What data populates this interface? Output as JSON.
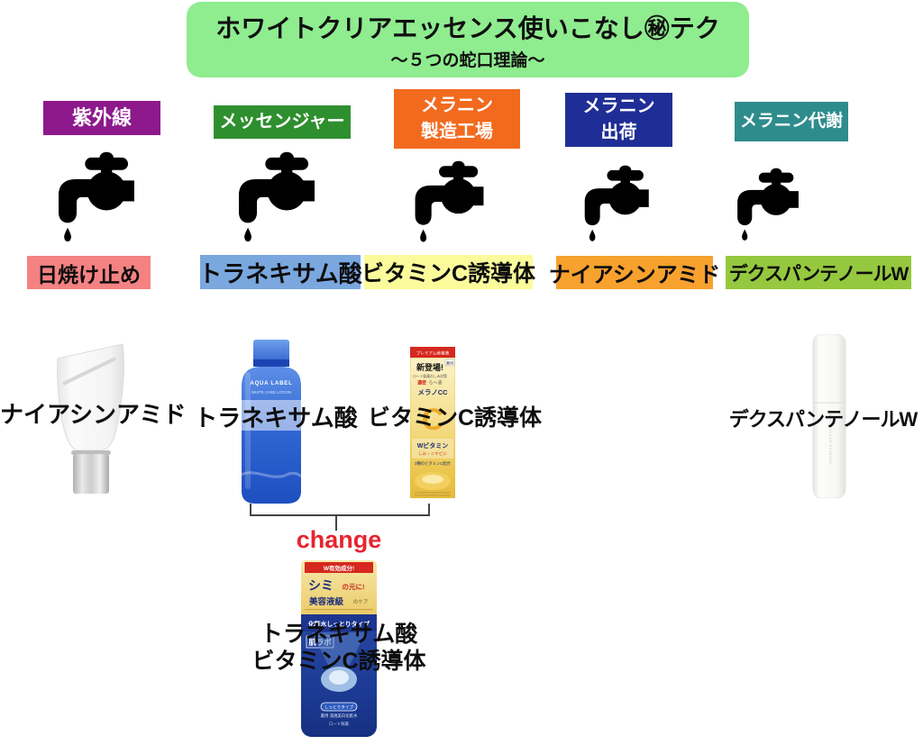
{
  "title": {
    "main": "ホワイトクリアエッセンス使いこなし㊙テク",
    "subtitle": "～５つの蛇口理論～"
  },
  "columns": [
    {
      "header_lines": [
        "紫外線"
      ],
      "label": "日焼け止め",
      "header_bg": "#8D198D",
      "label_bg": "#F58282"
    },
    {
      "header_lines": [
        "メッセンジャー"
      ],
      "label": "トラネキサム酸",
      "header_bg": "#2E8F2E",
      "label_bg": "#7AA7DE"
    },
    {
      "header_lines": [
        "メラニン",
        "製造工場"
      ],
      "label": "ビタミンC誘導体",
      "header_bg": "#F26A1E",
      "label_bg": "#FBFB9C"
    },
    {
      "header_lines": [
        "メラニン",
        "出荷"
      ],
      "label": "ナイアシンアミド",
      "header_bg": "#1F2E96",
      "label_bg": "#F7A12E"
    },
    {
      "header_lines": [
        "メラニン代謝"
      ],
      "label": "デクスパンテノールW",
      "header_bg": "#2F8C8D",
      "label_bg": "#95C83E"
    }
  ],
  "colors": {
    "title_bg": "#8FEC8F",
    "faucet": "#000000",
    "bracket": "#444444",
    "change": "#E8242F"
  },
  "captions": {
    "tube": "ナイアシンアミド",
    "aqua": "トラネキサム酸",
    "melano": "ビタミンC誘導体",
    "white": "デクスパンテノールW",
    "combined_line1": "トラネキサム酸",
    "combined_line2": "ビタミンC誘導体"
  },
  "change_label": "change",
  "product_art": {
    "aqua": {
      "brand": "AQUA LABEL",
      "sub": "WHITE CARE LOTION"
    },
    "melano": {
      "ribbon": "プレミアム美容液",
      "badge": "新登場!",
      "med": "薬用",
      "tagline1": "ロート製薬のしみ対策",
      "tagline2_red": "濃密",
      "tagline2": "ら〜液",
      "brand": "メラノCC",
      "big_c": "C",
      "w": "Wビタミン",
      "sub": "しみ・ニキビに",
      "sub2": "3種のビタミンC配合"
    },
    "white": {
      "vertical": "WHITE CLEAR ESSENCE"
    },
    "hadalabo": {
      "ribbon": "W有効成分!",
      "big": "シミ",
      "big_suffix": "の元に!",
      "mid": "美容液級",
      "mid_suffix": "のケア",
      "band": "化粧水しっとりタイプ",
      "brand": "肌ラボ",
      "pill": "しっとりタイプ",
      "tiny": "薬用 浸透美白化粧水",
      "maker": "ロート製薬"
    }
  }
}
